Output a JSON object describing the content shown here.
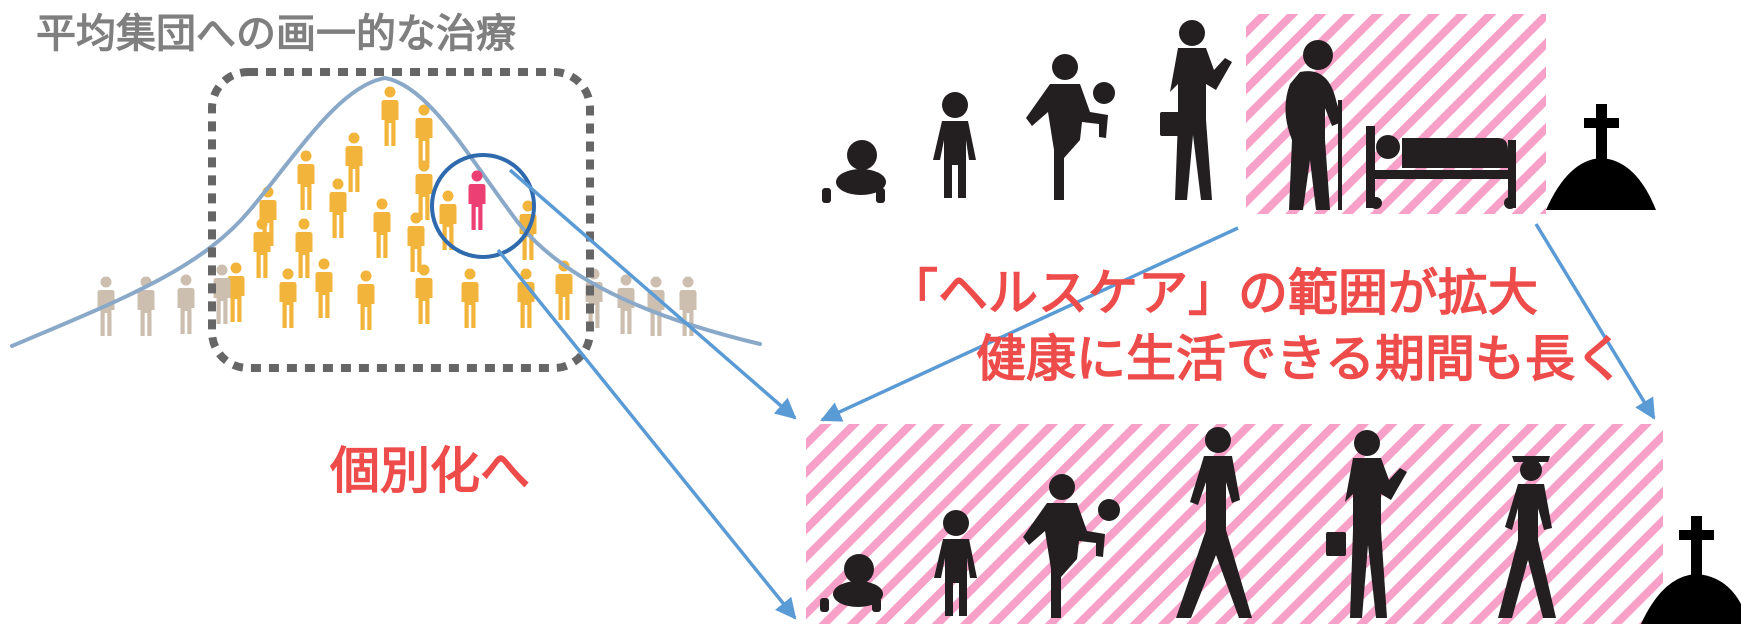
{
  "title": "平均集団への画一的な治療",
  "individualization_label": "個別化へ",
  "caption": {
    "line1": "「ヘルスケア」の範囲が拡大",
    "line2": "健康に生活できる期間も長く"
  },
  "colors": {
    "title_gray": "#7f7f7f",
    "accent_red": "#ee4b4b",
    "population_gold": "#f2b43a",
    "population_beige": "#cdbfb0",
    "individual_pink": "#ec3f74",
    "curve_blue": "#8aa9c8",
    "arrow_blue": "#5b9bd5",
    "circle_blue": "#2e6aad",
    "frame_gray": "#666666",
    "stripe_pink": "#f7a0c8",
    "silhouette": "#231f20"
  },
  "icons": {
    "population": "person-icon",
    "highlighted": "highlighted-person-icon",
    "grave": "grave-cross-icon",
    "sickbed": "sickbed-icon"
  }
}
